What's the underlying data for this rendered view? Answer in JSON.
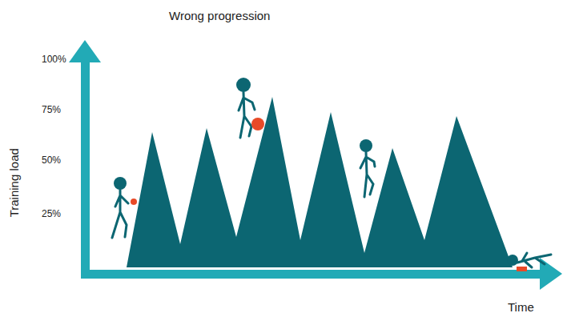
{
  "diagram": {
    "title": "Wrong progression",
    "labels": [
      "100%",
      "75%",
      "50%",
      "25%",
      "Training load",
      "Time"
    ]
  }
}
